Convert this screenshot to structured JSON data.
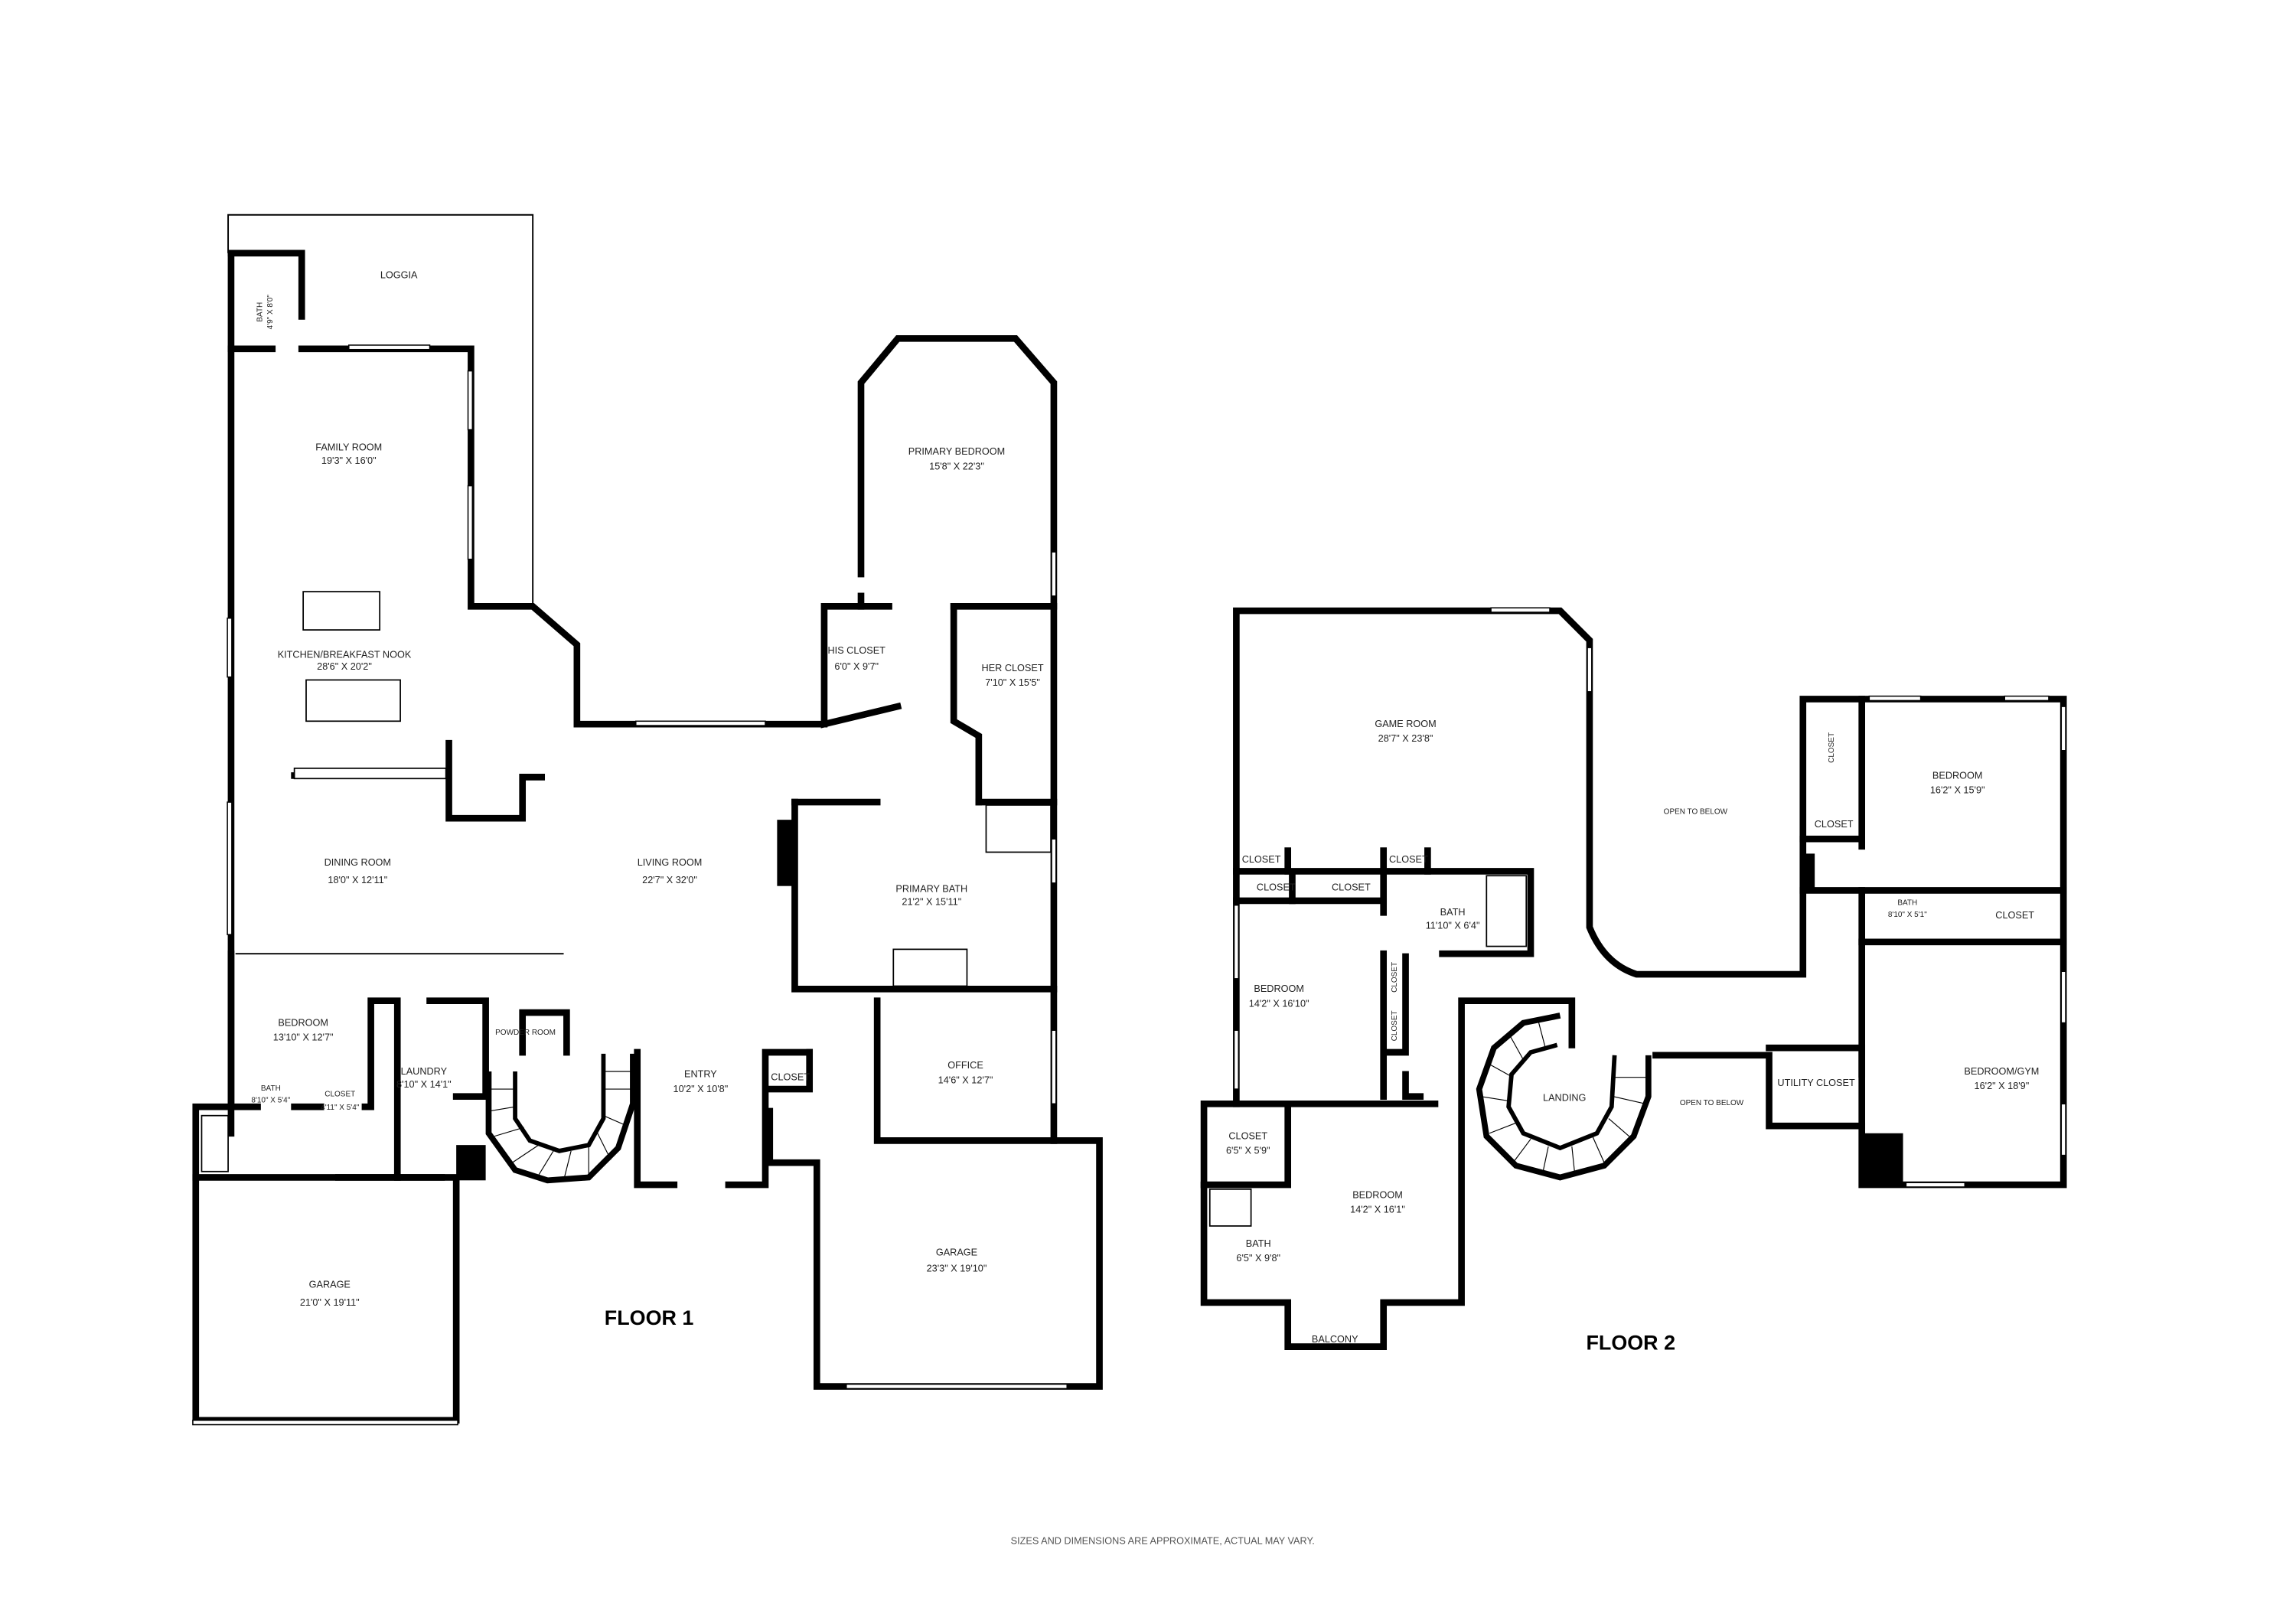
{
  "floor1": {
    "title": "FLOOR 1",
    "rooms": {
      "loggia": {
        "name": "LOGGIA"
      },
      "bath_small": {
        "name": "BATH",
        "size": "4'9\" X 8'0\""
      },
      "family_room": {
        "name": "FAMILY  ROOM",
        "size": "19'3\" X 16'0\""
      },
      "kitchen": {
        "name": "KITCHEN/BREAKFAST NOOK",
        "size": "28'6\" X 20'2\""
      },
      "dining_room": {
        "name": "DINING ROOM",
        "size": "18'0\" X 12'11\""
      },
      "living_room": {
        "name": "LIVING ROOM",
        "size": "22'7\" X 32'0\""
      },
      "primary_bedroom": {
        "name": "PRIMARY BEDROOM",
        "size": "15'8\" X 22'3\""
      },
      "his_closet": {
        "name": "HIS CLOSET",
        "size": "6'0\" X 9'7\""
      },
      "her_closet": {
        "name": "HER CLOSET",
        "size": "7'10\" X 15'5\""
      },
      "primary_bath": {
        "name": "PRIMARY BATH",
        "size": "21'2\" X 15'11\""
      },
      "office": {
        "name": "OFFICE",
        "size": "14'6\" X 12'7\""
      },
      "entry_closet": {
        "name": "CLOSET"
      },
      "entry": {
        "name": "ENTRY",
        "size": "10'2\" X 10'8\""
      },
      "garage_right": {
        "name": "GARAGE",
        "size": "23'3\" X 19'10\""
      },
      "bedroom": {
        "name": "BEDROOM",
        "size": "13'10\" X 12'7\""
      },
      "laundry": {
        "name": "LAUNDRY",
        "size": "8'10\" X 14'1\""
      },
      "powder_room": {
        "name": "POWDER ROOM"
      },
      "bath": {
        "name": "BATH",
        "size": "8'10\" X 5'4\""
      },
      "closet": {
        "name": "CLOSET",
        "size": "4'11\" X 5'4\""
      },
      "garage_left": {
        "name": "GARAGE",
        "size": "21'0\" X 19'11\""
      }
    }
  },
  "floor2": {
    "title": "FLOOR 2",
    "rooms": {
      "game_room": {
        "name": "GAME ROOM",
        "size": "28'7\" X 23'8\""
      },
      "open_below_1": {
        "name": "OPEN TO BELOW"
      },
      "closet_a": {
        "name": "CLOSET"
      },
      "bedroom_ne": {
        "name": "BEDROOM",
        "size": "16'2\" X 15'9\""
      },
      "closet_b": {
        "name": "CLOSET"
      },
      "bath_ne": {
        "name": "BATH",
        "size": "8'10\" X 5'1\""
      },
      "closet_c": {
        "name": "CLOSET"
      },
      "bedroom_gym": {
        "name": "BEDROOM/GYM",
        "size": "16'2\" X 18'9\""
      },
      "utility_closet": {
        "name": "UTILITY CLOSET"
      },
      "open_below_2": {
        "name": "OPEN TO BELOW"
      },
      "landing": {
        "name": "LANDING"
      },
      "closet_d": {
        "name": "CLOSET"
      },
      "closet_e": {
        "name": "CLOSET"
      },
      "closet_f": {
        "name": "CLOSET"
      },
      "closet_g": {
        "name": "CLOSET"
      },
      "bath_mid": {
        "name": "BATH",
        "size": "11'10\" X 6'4\""
      },
      "closet_h": {
        "name": "CLOSET"
      },
      "closet_i": {
        "name": "CLOSET"
      },
      "bedroom_w": {
        "name": "BEDROOM",
        "size": "14'2\" X 16'10\""
      },
      "closet_sw": {
        "name": "CLOSET",
        "size": "6'5\" X 5'9\""
      },
      "bedroom_sw": {
        "name": "BEDROOM",
        "size": "14'2\" X 16'1\""
      },
      "bath_sw": {
        "name": "BATH",
        "size": "6'5\" X 9'8\""
      },
      "balcony": {
        "name": "BALCONY"
      }
    }
  },
  "disclaimer": "SIZES AND DIMENSIONS ARE APPROXIMATE, ACTUAL MAY VARY."
}
